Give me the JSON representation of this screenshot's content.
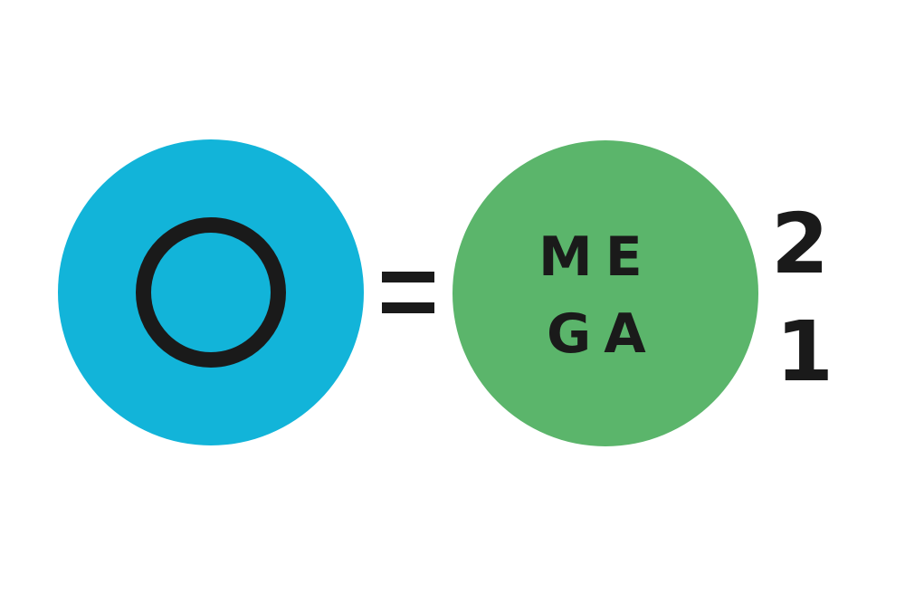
{
  "logo": {
    "symbol_icon": "ring-icon",
    "operator_icon": "equals-icon",
    "word_line_1": "ME",
    "word_line_2": "GA",
    "number_top": "2",
    "number_bottom": "1"
  },
  "colors": {
    "background": "#ffffff",
    "left_circle": "#12b4d9",
    "right_circle": "#5bb56b",
    "ink": "#1a1a1a"
  }
}
